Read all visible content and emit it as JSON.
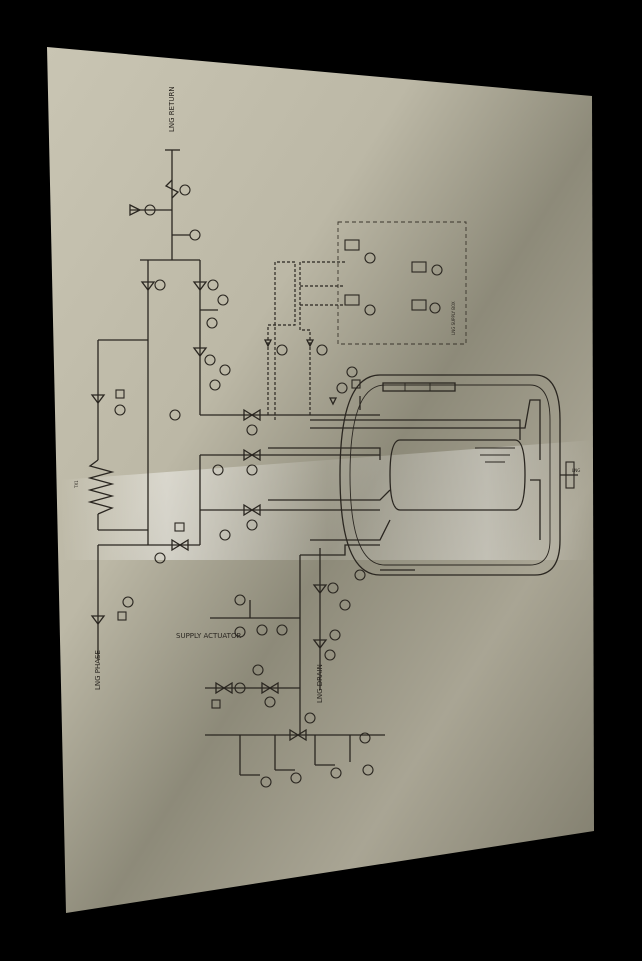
{
  "diagram": {
    "labels": {
      "supply_actuator": "SUPPLY ACTUATOR",
      "vent_top": "LNG RETURN",
      "vent_bottom": "LNG PHASE",
      "drain": "LNG DRAIN",
      "coil": "TX1",
      "box": "LNG SUPPLY BOX",
      "vessel_nozzle": "LNG"
    },
    "colors": {
      "background": "#000000",
      "plate_light": "#d8d4c6",
      "plate_mid": "#a8a492",
      "plate_dark": "#7b7766",
      "line": "#2a2620"
    }
  }
}
